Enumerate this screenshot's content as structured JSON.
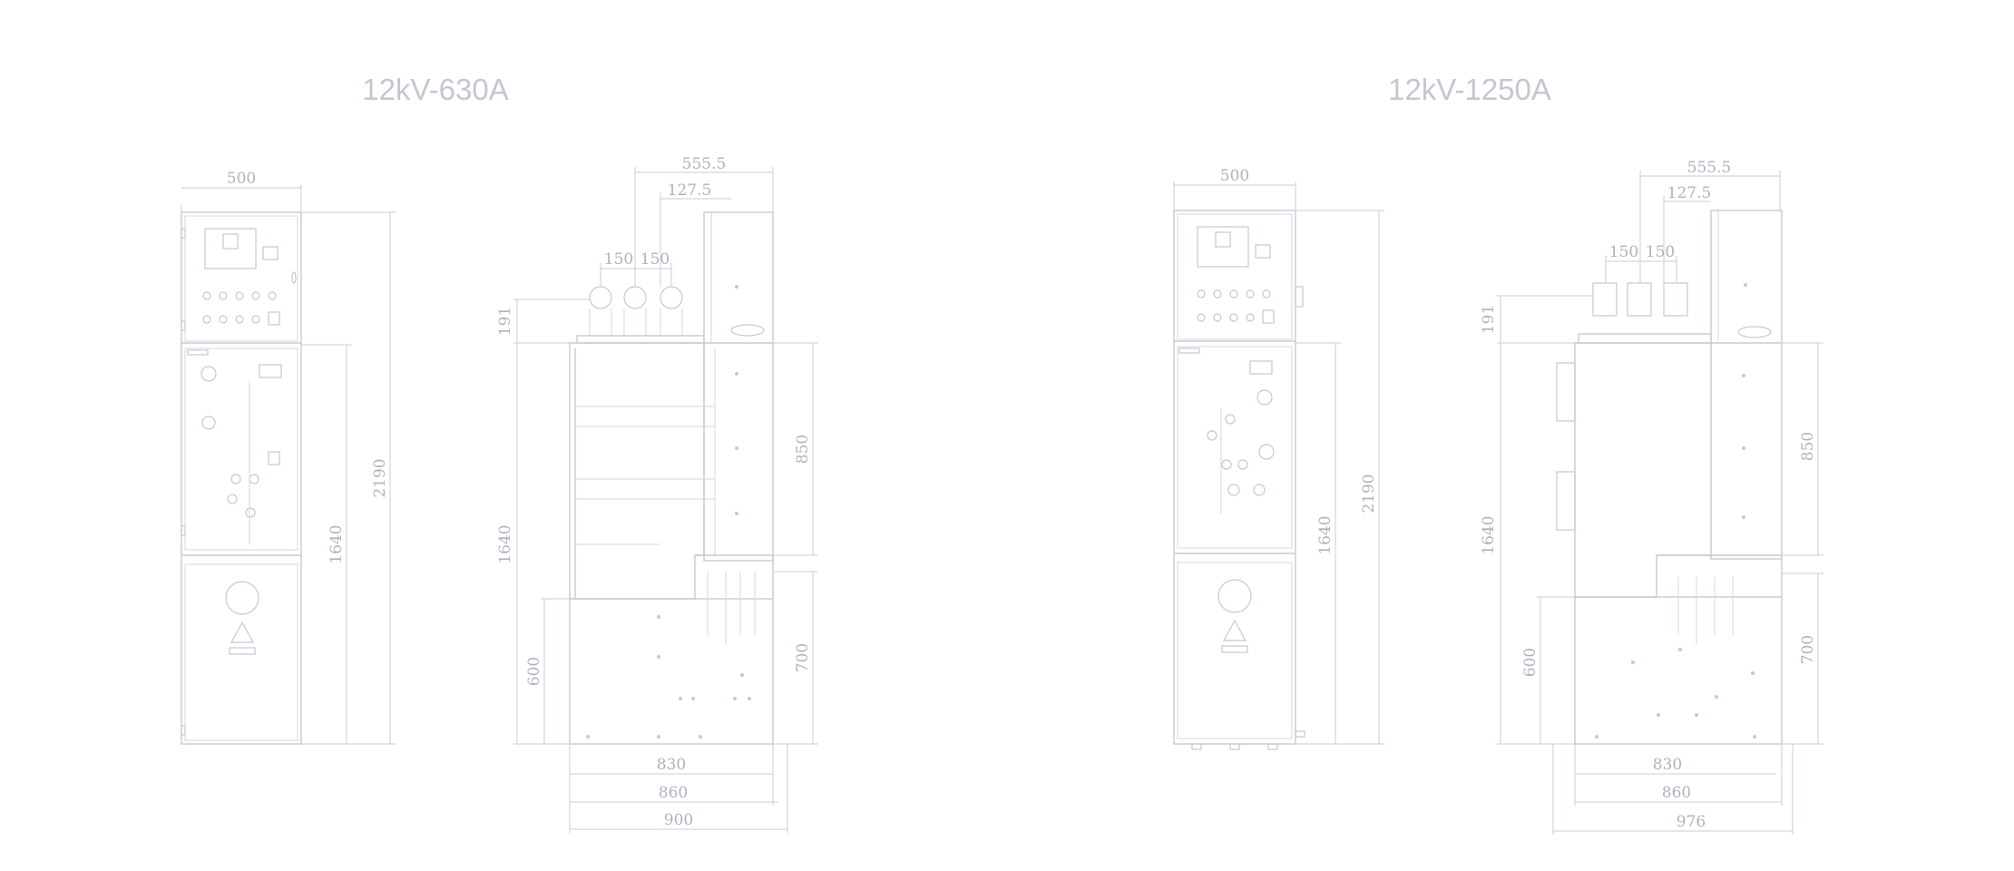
{
  "titles": {
    "left": "12kV-630A",
    "right": "12kV-1250A"
  },
  "dims_630": {
    "front_width": "500",
    "front_height_total": "2190",
    "front_height_lower": "1640",
    "side_top": "555.5",
    "side_offset": "127.5",
    "bushing_a": "150",
    "bushing_b": "150",
    "side_191": "191",
    "side_850": "850",
    "side_1640": "1640",
    "side_600": "600",
    "side_700": "700",
    "side_830": "830",
    "side_860": "860",
    "side_900": "900"
  },
  "dims_1250": {
    "front_width": "500",
    "front_height_total": "2190",
    "front_height_lower": "1640",
    "side_top": "555.5",
    "side_offset": "127.5",
    "bushing_a": "150",
    "bushing_b": "150",
    "side_191": "191",
    "side_850": "850",
    "side_1640": "1640",
    "side_600": "600",
    "side_700": "700",
    "side_830": "830",
    "side_860": "860",
    "side_976": "976"
  },
  "colors": {
    "line": "#c7cad6",
    "text": "#aeb3c0",
    "title": "#c3c7d1"
  }
}
